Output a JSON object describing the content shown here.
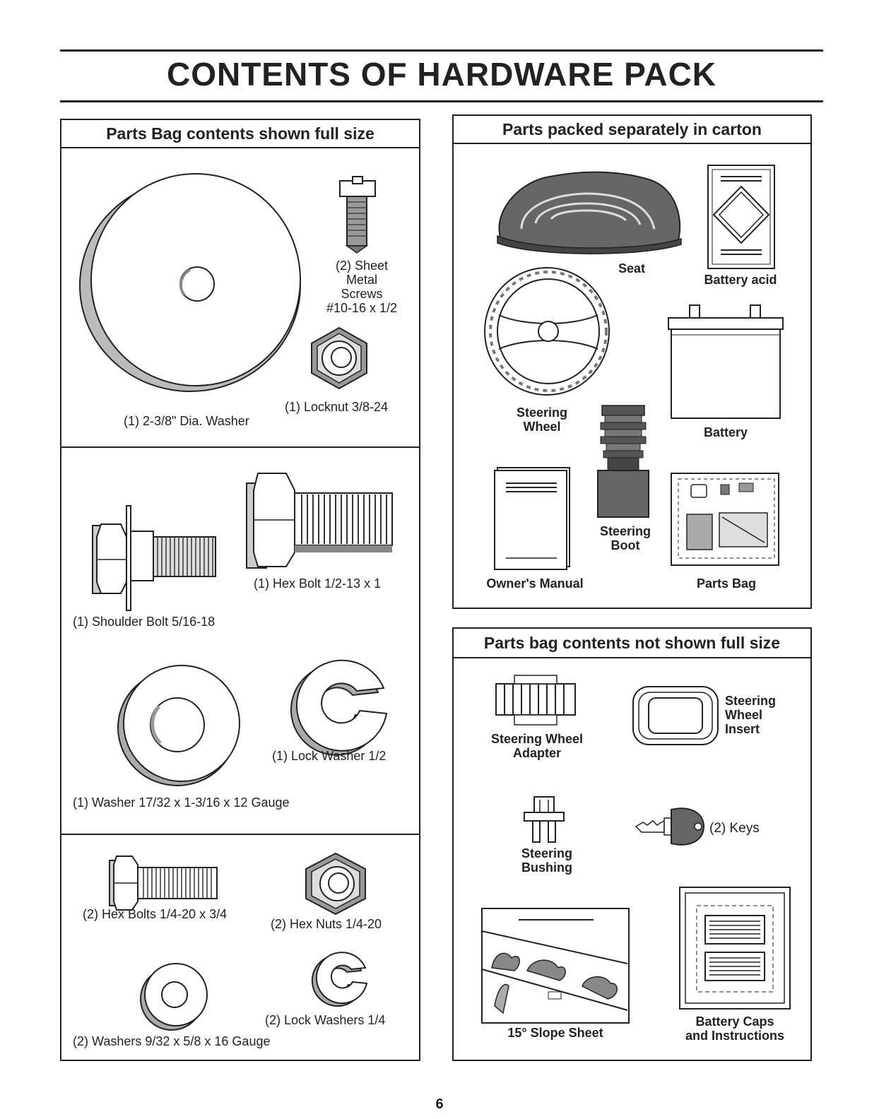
{
  "page": {
    "title": "CONTENTS OF HARDWARE PACK",
    "page_number": "6"
  },
  "full_size_panel": {
    "heading": "Parts Bag contents shown full size",
    "items": {
      "big_washer": "(1) 2-3/8\" Dia. Washer",
      "sheet_metal_screws": "(2) Sheet\nMetal\nScrews\n#10-16 x 1/2",
      "locknut": "(1) Locknut  3/8-24",
      "hex_bolt_large": "(1) Hex Bolt  1/2-13 x 1",
      "shoulder_bolt": "(1) Shoulder Bolt  5/16-18",
      "lock_washer_half": "(1) Lock Washer  1/2",
      "washer_17_32": "(1) Washer  17/32 x 1-3/16 x 12 Gauge",
      "hex_bolts_small": "(2) Hex Bolts  1/4-20 x 3/4",
      "hex_nuts": "(2) Hex Nuts  1/4-20",
      "lock_washers_quarter": "(2) Lock Washers  1/4",
      "washers_9_32": "(2) Washers  9/32  x 5/8 x 16 Gauge"
    }
  },
  "carton_panel": {
    "heading": "Parts packed separately in carton",
    "items": {
      "seat": "Seat",
      "battery_acid": "Battery acid",
      "steering_wheel": "Steering\nWheel",
      "battery": "Battery",
      "steering_boot": "Steering\nBoot",
      "owners_manual": "Owner's Manual",
      "parts_bag": "Parts Bag"
    }
  },
  "not_full_size_panel": {
    "heading": "Parts bag contents not shown full size",
    "items": {
      "steering_wheel_adapter": "Steering Wheel\nAdapter",
      "steering_wheel_insert": "Steering\nWheel\nInsert",
      "steering_bushing": "Steering\nBushing",
      "keys": "(2) Keys",
      "slope_sheet": "15° Slope Sheet",
      "battery_caps": "Battery Caps\nand Instructions"
    }
  }
}
